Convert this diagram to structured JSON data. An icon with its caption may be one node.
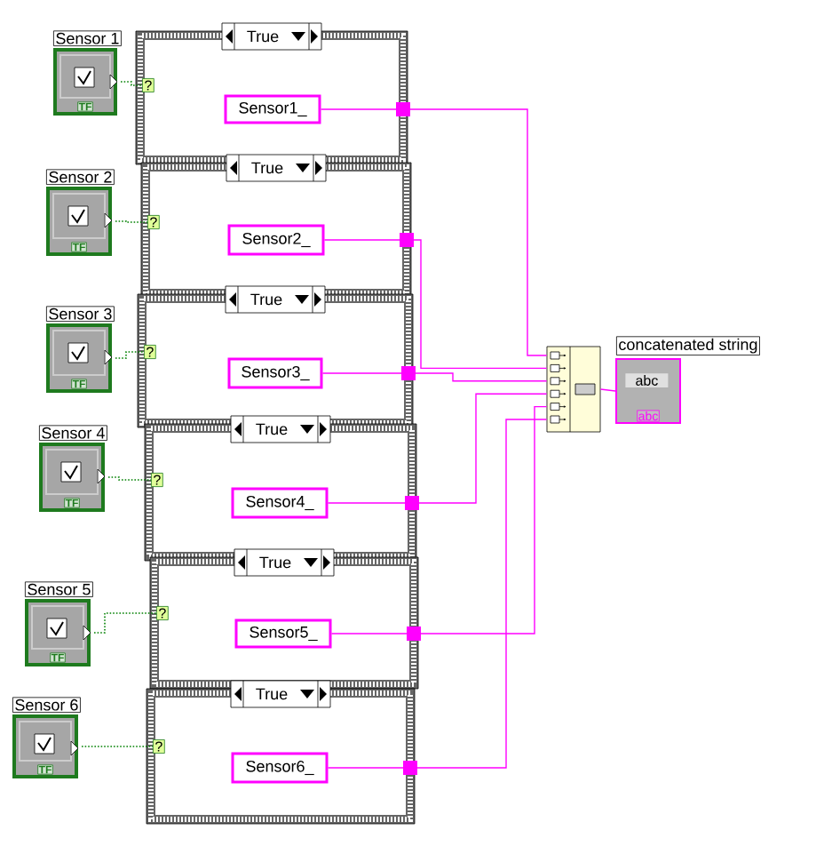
{
  "diagram": {
    "nodes": [
      {
        "text": [
          "Sensor 1",
          "TF"
        ]
      },
      {
        "text": [
          "True"
        ]
      },
      {
        "text": [
          "?"
        ],
        "in": 1
      },
      {
        "text": [
          "Sensor1_"
        ],
        "in": 1
      },
      {
        "text": [
          "Sensor 2",
          "TF"
        ]
      },
      {
        "text": [
          "True"
        ]
      },
      {
        "text": [
          "?"
        ],
        "in": 5
      },
      {
        "text": [
          "Sensor2_"
        ],
        "in": 5
      },
      {
        "text": [
          "Sensor 3",
          "TF"
        ]
      },
      {
        "text": [
          "True"
        ]
      },
      {
        "text": [
          "?"
        ],
        "in": 9
      },
      {
        "text": [
          "Sensor3_"
        ],
        "in": 9
      },
      {
        "text": [
          "Sensor 4",
          "TF"
        ]
      },
      {
        "text": [
          "True"
        ]
      },
      {
        "text": [
          "?"
        ],
        "in": 13
      },
      {
        "text": [
          "Sensor4_"
        ],
        "in": 13
      },
      {
        "text": [
          "Sensor 5",
          "TF"
        ]
      },
      {
        "text": [
          "True"
        ]
      },
      {
        "text": [
          "?"
        ],
        "in": 17
      },
      {
        "text": [
          "Sensor5_"
        ],
        "in": 17
      },
      {
        "text": [
          "Sensor 6",
          "TF"
        ]
      },
      {
        "text": [
          "True"
        ]
      },
      {
        "text": [
          "?"
        ],
        "in": 21
      },
      {
        "text": [
          "Sensor6_"
        ],
        "in": 21
      },
      {
        "text": [],
        "shape": "box"
      },
      {
        "text": [
          "concatenated string",
          "abc",
          "abc"
        ]
      }
    ],
    "edges": [
      {
        "from": 0,
        "to": 2,
        "arrow": "none",
        "style": "dashed",
        "color": "#008000"
      },
      {
        "from": 4,
        "to": 6,
        "arrow": "none",
        "style": "dashed",
        "color": "#008000"
      },
      {
        "from": 8,
        "to": 10,
        "arrow": "none",
        "style": "dashed",
        "color": "#008000"
      },
      {
        "from": 12,
        "to": 14,
        "arrow": "none",
        "style": "dashed",
        "color": "#008000"
      },
      {
        "from": 16,
        "to": 18,
        "arrow": "none",
        "style": "dashed",
        "color": "#008000"
      },
      {
        "from": 20,
        "to": 22,
        "arrow": "none",
        "style": "dashed",
        "color": "#008000"
      },
      {
        "from": 3,
        "to": 24,
        "arrow": "none",
        "color": "#ff00ff"
      },
      {
        "from": 7,
        "to": 24,
        "arrow": "none",
        "color": "#ff00ff"
      },
      {
        "from": 11,
        "to": 24,
        "arrow": "none",
        "color": "#ff00ff"
      },
      {
        "from": 15,
        "to": 24,
        "arrow": "none",
        "color": "#ff00ff"
      },
      {
        "from": 19,
        "to": 24,
        "arrow": "none",
        "color": "#ff00ff"
      },
      {
        "from": 23,
        "to": 24,
        "arrow": "none",
        "color": "#ff00ff"
      },
      {
        "from": 24,
        "to": 25,
        "arrow": "none",
        "color": "#ff00ff"
      }
    ]
  }
}
